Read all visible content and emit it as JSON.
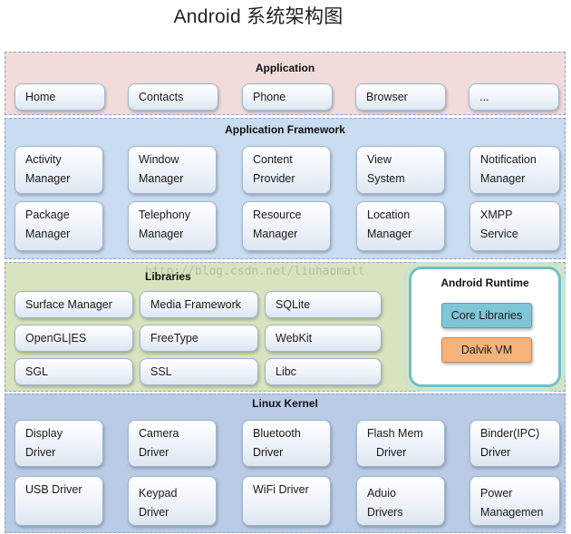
{
  "title": "Android  系统架构图",
  "watermark": "http://blog.csdn.net/liuhaomatt",
  "layers": {
    "application": {
      "title": "Application",
      "items": [
        "Home",
        "Contacts",
        "Phone",
        "Browser",
        "..."
      ]
    },
    "framework": {
      "title": "Application Framework",
      "items": [
        [
          "Activity",
          "Manager"
        ],
        [
          "Window",
          "Manager"
        ],
        [
          "Content",
          "Provider"
        ],
        [
          "View",
          "System"
        ],
        [
          "Notification",
          "Manager"
        ],
        [
          "Package",
          "Manager"
        ],
        [
          "Telephony",
          "Manager"
        ],
        [
          "Resource",
          "Manager"
        ],
        [
          "Location",
          "Manager"
        ],
        [
          "XMPP",
          "Service"
        ]
      ]
    },
    "libraries": {
      "title": "Libraries",
      "items": [
        "Surface Manager",
        "Media Framework",
        "SQLite",
        "OpenGL|ES",
        "FreeType",
        "WebKit",
        "SGL",
        "SSL",
        "Libc"
      ]
    },
    "runtime": {
      "title": "Android Runtime",
      "core": "Core Libraries",
      "dalvik": "Dalvik VM"
    },
    "kernel": {
      "title": "Linux Kernel",
      "items": [
        [
          "Display",
          "Driver"
        ],
        [
          "Camera",
          "Driver"
        ],
        [
          "Bluetooth",
          "Driver"
        ],
        [
          "Flash Mem",
          "Driver"
        ],
        [
          "Binder(IPC)",
          "Driver"
        ],
        [
          "USB Driver",
          ""
        ],
        [
          "Keypad",
          "Driver"
        ],
        [
          "WiFi Driver",
          ""
        ],
        [
          "Aduio",
          "Drivers"
        ],
        [
          "Power",
          "Managemen"
        ]
      ]
    }
  },
  "colors": {
    "application_bg": "#f2dcdb",
    "framework_bg": "#c9dcf0",
    "libraries_bg": "#d7e4bd",
    "kernel_bg": "#b9cbe5",
    "core_libraries": "#7fc6d6",
    "dalvik_vm": "#f7b27a",
    "runtime_border": "#6fbfc9"
  }
}
